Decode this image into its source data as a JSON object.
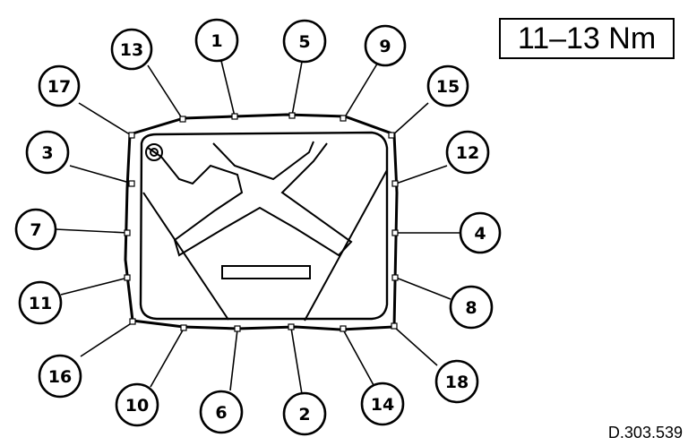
{
  "torque_label": "11–13 Nm",
  "reference_code": "D.303.539",
  "colors": {
    "ink": "#000000",
    "paper": "#ffffff"
  },
  "bolts": [
    "1",
    "2",
    "3",
    "4",
    "5",
    "6",
    "7",
    "8",
    "9",
    "10",
    "11",
    "12",
    "13",
    "14",
    "15",
    "16",
    "17",
    "18"
  ]
}
